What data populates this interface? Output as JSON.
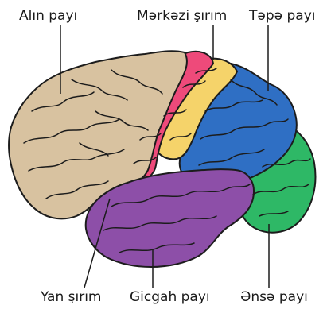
{
  "labels": {
    "frontal_lobe": "Alın payı",
    "central_sulcus": "Mərkəzi şırım",
    "parietal_lobe": "Təpə payı",
    "lateral_sulcus": "Yan şırım",
    "temporal_lobe": "Gicgah payı",
    "occipital_lobe": "Ənsə payı"
  },
  "colors": {
    "frontal": "#d8c2a0",
    "central_pink": "#ee4a7a",
    "central_yellow": "#f5d36a",
    "parietal": "#2f6fc4",
    "occipital": "#2eb866",
    "temporal": "#8d4fa8",
    "outline": "#1c1c1c"
  }
}
